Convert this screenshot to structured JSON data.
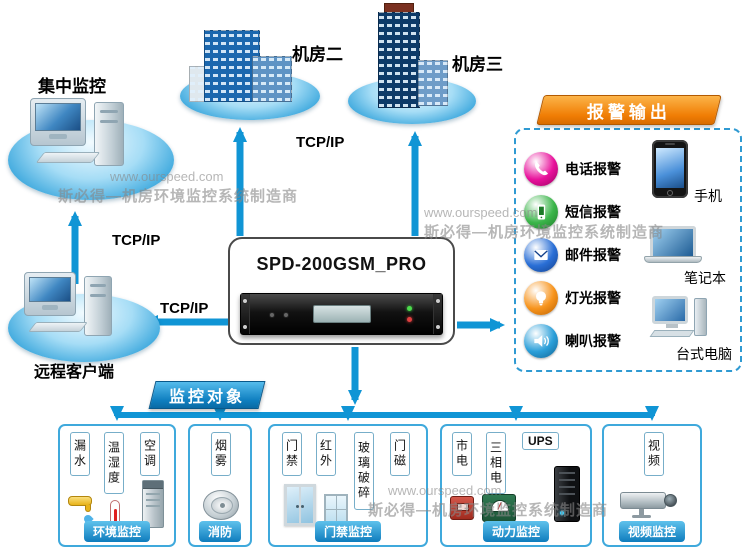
{
  "device": {
    "title": "SPD-200GSM_PRO"
  },
  "nodes": {
    "central": {
      "label": "集中监控"
    },
    "room2": {
      "label": "机房二"
    },
    "room3": {
      "label": "机房三"
    },
    "remote": {
      "label": "远程客户端"
    }
  },
  "links": [
    "TCP/IP",
    "TCP/IP",
    "TCP/IP"
  ],
  "alarm": {
    "title": "报警输出",
    "items": [
      {
        "label": "电话报警",
        "icon": "telephone-alarm",
        "color": "#e8119b"
      },
      {
        "label": "短信报警",
        "icon": "sms-alarm",
        "color": "#3bb54a"
      },
      {
        "label": "邮件报警",
        "icon": "mail-alarm",
        "color": "#2a6fd6"
      },
      {
        "label": "灯光报警",
        "icon": "light-alarm",
        "color": "#f7941d"
      },
      {
        "label": "喇叭报警",
        "icon": "speaker-alarm",
        "color": "#2b9fd9"
      }
    ],
    "devices": [
      {
        "label": "手机",
        "icon": "mobile-phone"
      },
      {
        "label": "笔记本",
        "icon": "laptop"
      },
      {
        "label": "台式电脑",
        "icon": "desktop-computer"
      }
    ]
  },
  "monitoring": {
    "banner": "监控对象",
    "groups": [
      {
        "label": "环境监控",
        "items": [
          "漏水",
          "温湿度",
          "空调"
        ]
      },
      {
        "label": "消防",
        "items": [
          "烟雾"
        ]
      },
      {
        "label": "门禁监控",
        "items": [
          "门禁",
          "红外",
          "玻璃破碎",
          "门磁"
        ]
      },
      {
        "label": "动力监控",
        "items": [
          "市电",
          "三相电",
          "UPS"
        ]
      },
      {
        "label": "视频监控",
        "items": [
          "视频"
        ]
      }
    ]
  },
  "watermarks": [
    {
      "url": "www.ourspeed.com",
      "brand": "斯必得—机房环境监控系统制造商"
    },
    {
      "url": "www.ourspeed.com",
      "brand": "斯必得—机房环境监控系统制造商"
    },
    {
      "url": "www.ourspeed.com",
      "brand": "斯必得—机房环境监控系统制造商"
    }
  ],
  "colors": {
    "arrow": "#1095d5",
    "panel_border": "#2f9ad2",
    "banner_orange": "#f07d04",
    "banner_blue": "#0f7fc0"
  }
}
